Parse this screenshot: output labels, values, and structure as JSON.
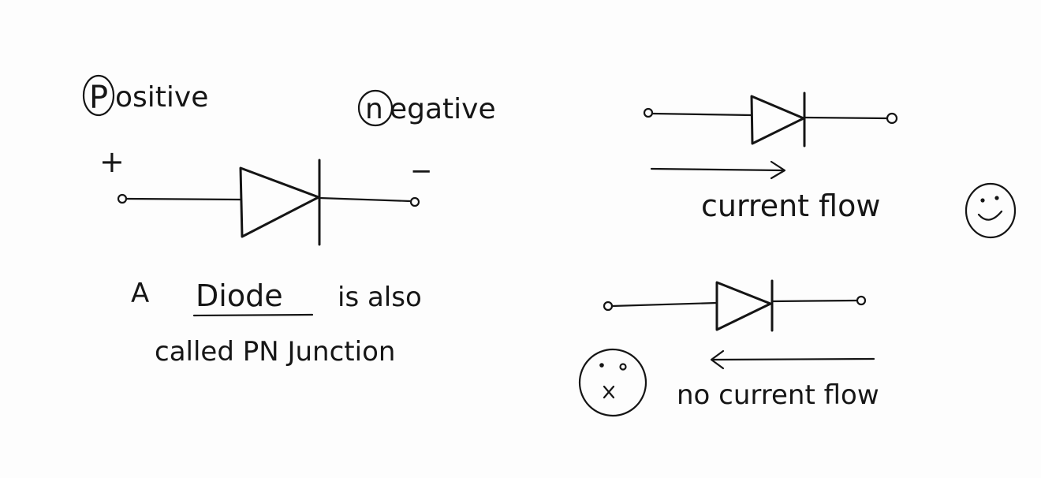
{
  "labels": {
    "positive": "Positive",
    "negative": "negative",
    "plus": "+",
    "minus": "−",
    "positive_initial": "P",
    "negative_initial": "n"
  },
  "note": {
    "line1_prefix": "A",
    "line1_emphasis": "Diode",
    "line1_suffix": "is also",
    "line2": "called PN Junction"
  },
  "forward_bias": {
    "caption": "current flow",
    "emoji": "happy-face"
  },
  "reverse_bias": {
    "caption": "no current flow",
    "emoji": "sad-face"
  },
  "colors": {
    "ink": "#151515",
    "paper": "#fdfdfd"
  }
}
